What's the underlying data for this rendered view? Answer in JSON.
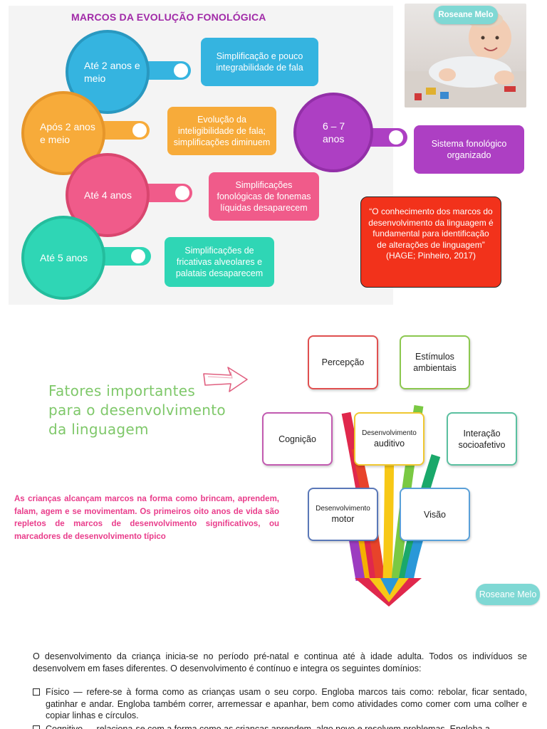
{
  "infographic": {
    "title": "MARCOS DA EVOLUÇÃO FONOLÓGICA",
    "milestones": [
      {
        "age": "Até 2 anos e meio",
        "description": "Simplificação e pouco integrabilidade de fala",
        "color": "#35b4e0"
      },
      {
        "age": "Após 2 anos e meio",
        "description": "Evolução da inteligibilidade de fala; simplificações diminuem",
        "color": "#f7ab3a"
      },
      {
        "age": "Até 4 anos",
        "description": "Simplificações fonológicas de fonemas líquidas desaparecem",
        "color": "#f05b8a"
      },
      {
        "age": "Até 5 anos",
        "description": "Simplificações de fricativas alveolares e palatais desaparecem",
        "color": "#2fd6b5"
      },
      {
        "age": "6 – 7 anos",
        "description": "Sistema fonológico organizado",
        "color": "#ad3fc3"
      }
    ],
    "quote": "“O conhecimento dos marcos do desenvolvimento da linguagem é fundamental para identificação de alterações de linguagem” (HAGE; Pinheiro, 2017)",
    "brand_top": "Roseane Melo"
  },
  "factors": {
    "title_line1": "Fatores importantes",
    "title_line2": "para o desenvolvimento",
    "title_line3": "da linguagem",
    "paragraph": "As crianças alcançam marcos na forma como brincam, aprendem, falam, agem e se movimentam. Os primeiros oito anos de vida são repletos de marcos de desenvolvimento significativos, ou marcadores de desenvolvimento típico",
    "boxes": {
      "percepcao": "Percepção",
      "estimulos": "Estímulos ambientais",
      "cognicao": "Cognição",
      "auditivo_small": "Desenvolvimento",
      "auditivo_big": "auditivo",
      "interacao": "Interação socioafetivo",
      "motor_small": "Desenvolvimento",
      "motor_big": "motor",
      "visao": "Visão"
    },
    "brand_bottom": "Roseane Melo"
  },
  "body": {
    "intro": "O desenvolvimento da criança inicia-se no período pré-natal e continua até à idade adulta. Todos os indivíduos se desenvolvem em fases diferentes. O desenvolvimento é contínuo e integra os seguintes domínios:",
    "bullets": [
      "Físico — refere-se à forma como as crianças usam o seu corpo. Engloba marcos tais como: rebolar, ficar sentado, gatinhar e andar. Engloba também correr, arremessar e apanhar, bem como atividades como comer com uma colher e copiar linhas e círculos.",
      "Cognitivo — relaciona-se com a forma como as crianças aprendem, algo novo e resolvem problemas. Engloba a"
    ]
  }
}
